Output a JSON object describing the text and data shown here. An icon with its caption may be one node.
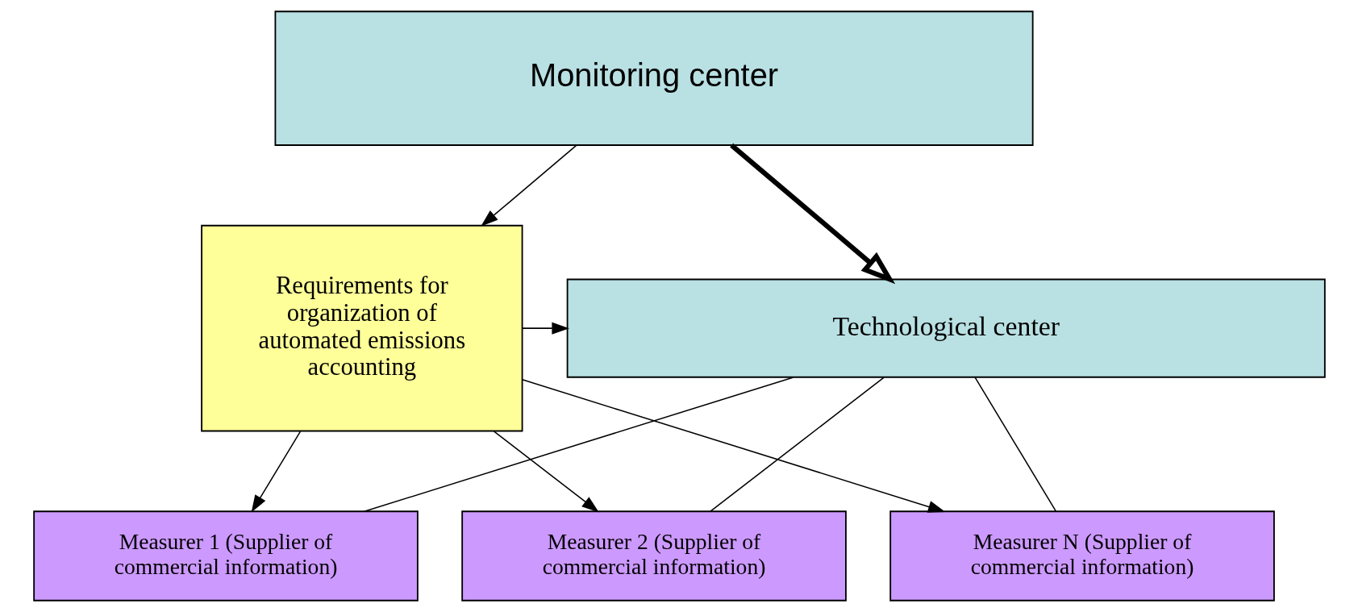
{
  "diagram": {
    "nodes": [
      {
        "text": [
          "Monitoring center"
        ]
      },
      {
        "text": [
          "Requirements for organization of automated emissions accounting"
        ]
      },
      {
        "text": [
          "Technological center"
        ]
      },
      {
        "text": [
          "Measurer 1 (Supplier of commercial information)"
        ]
      },
      {
        "text": [
          "Measurer 2 (Supplier of commercial information)"
        ]
      },
      {
        "text": [
          "Measurer N (Supplier of commercial information)"
        ]
      }
    ],
    "edges": [
      {
        "from": 0,
        "to": 1,
        "arrow": "to"
      },
      {
        "from": 0,
        "to": 2,
        "arrow": "to",
        "style": "thick"
      },
      {
        "from": 1,
        "to": 2,
        "arrow": "to"
      },
      {
        "from": 1,
        "to": 3,
        "arrow": "to"
      },
      {
        "from": 1,
        "to": 4,
        "arrow": "to"
      },
      {
        "from": 1,
        "to": 5,
        "arrow": "to"
      },
      {
        "from": 2,
        "to": 3,
        "arrow": "none"
      },
      {
        "from": 2,
        "to": 4,
        "arrow": "none"
      },
      {
        "from": 2,
        "to": 5,
        "arrow": "none"
      }
    ]
  }
}
